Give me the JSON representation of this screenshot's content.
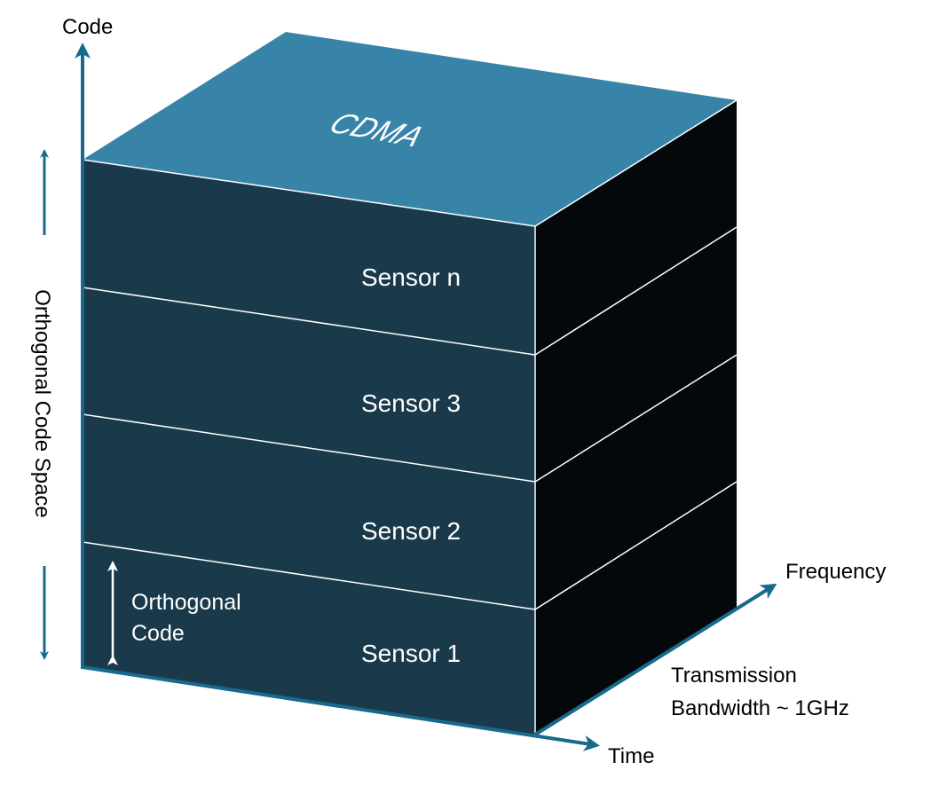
{
  "diagram": {
    "title_top_face": "CDMA",
    "axes": {
      "code": "Code",
      "frequency": "Frequency",
      "time": "Time"
    },
    "side_label": "Orthogonal Code Space",
    "orthogonal_code_label": [
      "Orthogonal",
      "Code"
    ],
    "bandwidth_label": [
      "Transmission",
      "Bandwidth ~ 1GHz"
    ],
    "layers": [
      {
        "label": "Sensor n"
      },
      {
        "label": "Sensor 3"
      },
      {
        "label": "Sensor 2"
      },
      {
        "label": "Sensor 1"
      }
    ],
    "colors": {
      "top_face": "#3884a8",
      "front_face": "#1a3a4c",
      "side_face": "#04080b",
      "axis": "#17698d",
      "divider": "#ffffff"
    }
  }
}
